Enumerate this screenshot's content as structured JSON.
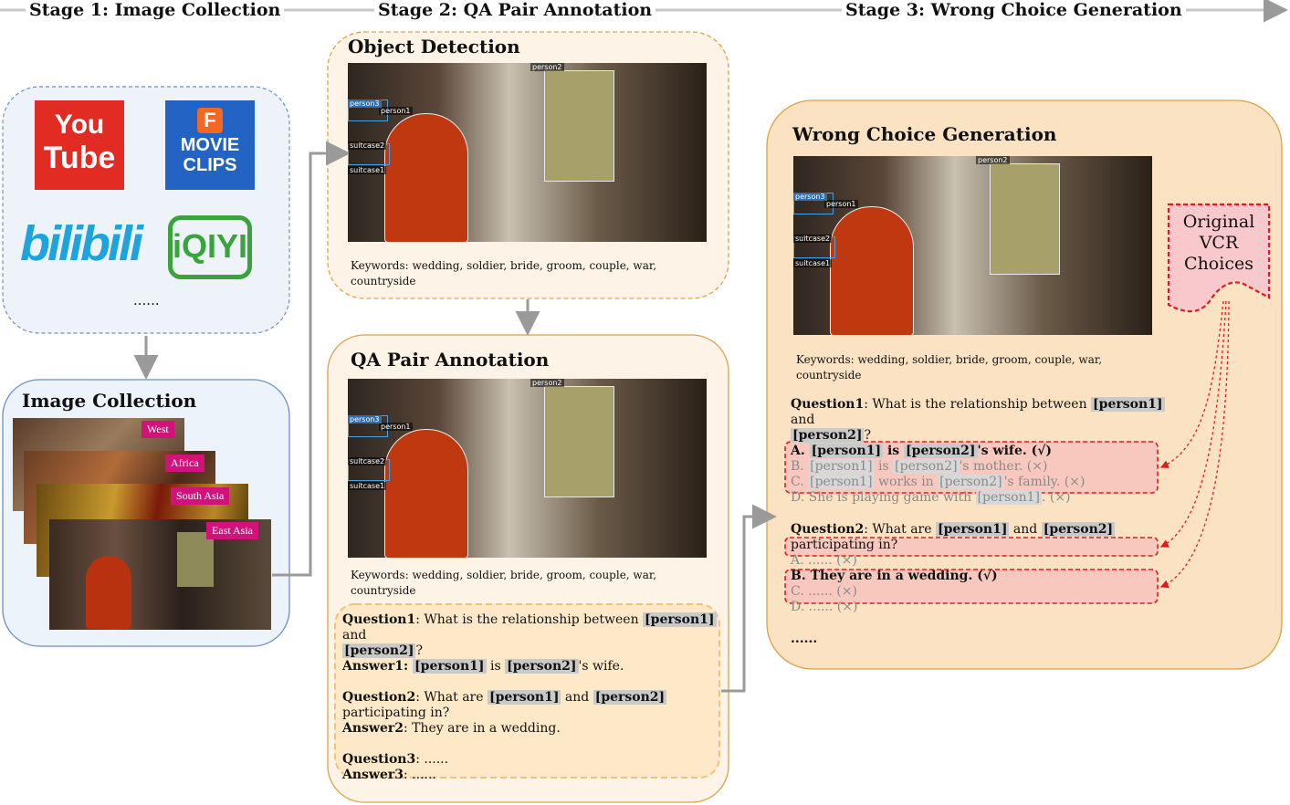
{
  "stages": {
    "stage1": "Stage 1: Image Collection",
    "stage2": "Stage 2: QA Pair Annotation",
    "stage3": "Stage 3: Wrong Choice Generation"
  },
  "sources": {
    "youtube_top": "You",
    "youtube_bottom": "Tube",
    "movieclips_badge": "F",
    "movieclips_line1": "MOVIE",
    "movieclips_line2": "CLIPS",
    "bilibili": "bilibili",
    "iqiyi": "iQIYI",
    "more": "......"
  },
  "image_collection": {
    "title": "Image Collection",
    "regions": [
      "West",
      "Africa",
      "South Asia",
      "East Asia"
    ]
  },
  "detection_labels": [
    "person2",
    "person1",
    "person3",
    "suitcase2",
    "suitcase1"
  ],
  "object_detection": {
    "title": "Object Detection",
    "keywords_line1": "Keywords: wedding, soldier, bride, groom, couple, war,",
    "keywords_line2": "countryside"
  },
  "qa_annotation": {
    "title": "QA Pair Annotation",
    "keywords_line1": "Keywords: wedding, soldier, bride, groom, couple, war,",
    "keywords_line2": "countryside",
    "q1_label": "Question1",
    "q1_text_a": ": What is the relationship between ",
    "q1_tag1": "[person1]",
    "q1_text_b": " and",
    "q1_tag2": "[person2]",
    "q1_text_c": "?",
    "a1_label": "Answer1: ",
    "a1_tag1": "[person1]",
    "a1_mid": " is ",
    "a1_tag2": "[person2]",
    "a1_end": "'s wife.",
    "q2_label": "Question2",
    "q2_text_a": ": What are ",
    "q2_tag1": "[person1]",
    "q2_mid": " and ",
    "q2_tag2": "[person2]",
    "q2_text_b": "participating in?",
    "a2_label": "Answer2",
    "a2_text": ": They are in a wedding.",
    "q3_label": "Question3",
    "q3_text": ": ......",
    "a3_label": "Answer3",
    "a3_text": ": ......"
  },
  "wrong_choice": {
    "title": "Wrong Choice Generation",
    "keywords_line1": "Keywords: wedding, soldier, bride, groom, couple, war,",
    "keywords_line2": "countryside",
    "q1_label": "Question1",
    "q1_text_a": ": What is the relationship between ",
    "q1_tag1": "[person1]",
    "q1_text_b": " and",
    "q1_tag2": "[person2]",
    "q1_text_c": "?",
    "choice_a_pre": "A. ",
    "choice_a_tag1": "[person1]",
    "choice_a_mid": " is ",
    "choice_a_tag2": "[person2]",
    "choice_a_end": "'s wife. (√)",
    "choice_b_pre": "B. ",
    "choice_b_tag1": "[person1]",
    "choice_b_mid": " is ",
    "choice_b_tag2": "[person2]",
    "choice_b_end": "'s mother. (×)",
    "choice_c_pre": "C. ",
    "choice_c_tag1": "[person1]",
    "choice_c_mid": " works in ",
    "choice_c_tag2": "[person2]",
    "choice_c_end": "'s family. (×)",
    "choice_d_pre": "D. She is playing game with ",
    "choice_d_tag": "[person1]",
    "choice_d_end": ". (×)",
    "q2_label": "Question2",
    "q2_text_a": ": What are ",
    "q2_tag1": "[person1]",
    "q2_mid": " and ",
    "q2_tag2": "[person2]",
    "q2_text_b": "participating in?",
    "q2_a": "A. ...... (×)",
    "q2_b": "B. They are in a wedding. (√)",
    "q2_c": "C. ...... (×)",
    "q2_d": "D. ...... (×)",
    "ellipsis": "......"
  },
  "vcr": {
    "line1": "Original",
    "line2": "VCR",
    "line3": "Choices"
  },
  "colors": {
    "region_tag": "#d3117b",
    "dashed_red": "#e31a1c",
    "stage2_fill": "#fdf3e6",
    "stage3_fill": "#fbe2c2",
    "sources_fill": "#eef3fa",
    "collection_fill": "#edf3fb"
  }
}
